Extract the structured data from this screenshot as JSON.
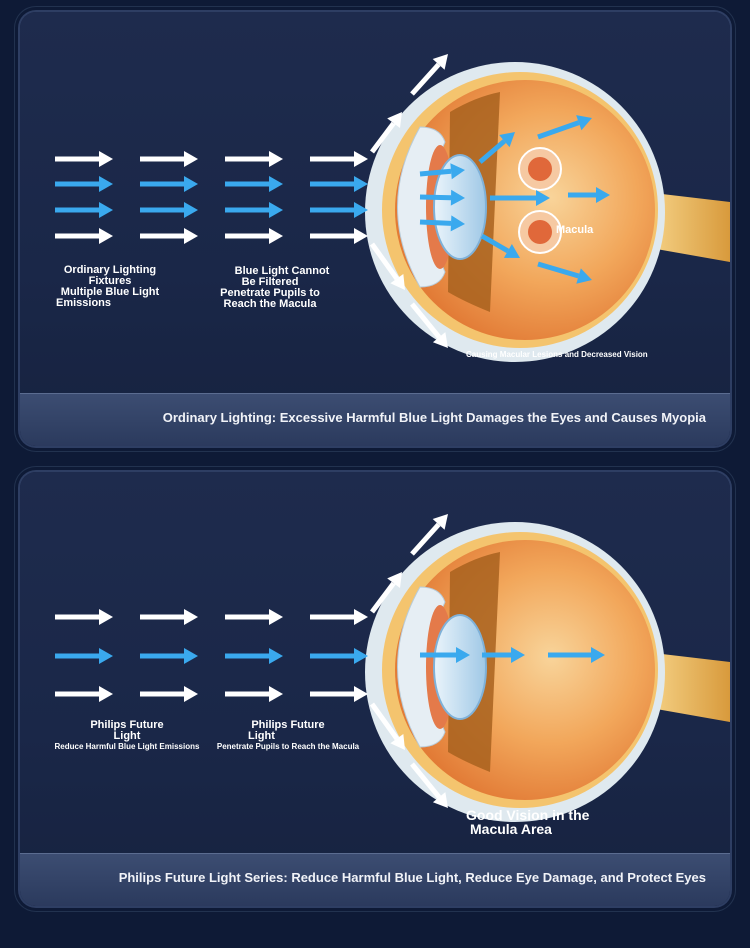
{
  "colors": {
    "background": "#0e1a36",
    "panel": "#1e2b4d",
    "caption_bar": "#33446a",
    "blue_light": "#3aa9ee",
    "white_light": "#ffffff",
    "eye_orange": "#f29a44"
  },
  "icons": {
    "white_arrow": "white-arrow-icon",
    "blue_arrow": "blue-arrow-icon"
  },
  "panel1": {
    "label_source_1": "Ordinary Lighting",
    "label_source_2": "Fixtures",
    "label_source_3": "Multiple Blue Light",
    "label_source_4": "Emissions",
    "label_filter_1": "Blue Light Cannot",
    "label_filter_2": "Be Filtered",
    "label_filter_3": "Penetrate Pupils to",
    "label_filter_4": "Reach the Macula",
    "macula_label": "Macula",
    "result_label": "Causing Macular Lesions and Decreased Vision",
    "caption": "Ordinary Lighting: Excessive Harmful Blue Light Damages the Eyes and Causes Myopia"
  },
  "panel2": {
    "label_source_1": "Philips Future",
    "label_source_2": "Light",
    "label_source_3": "Reduce Harmful Blue Light Emissions",
    "label_filter_1": "Philips Future",
    "label_filter_2": "Light",
    "label_filter_3": "Penetrate Pupils to Reach the Macula",
    "result_line_1": "Good Vision in the",
    "result_line_2": "Macula Area",
    "caption": "Philips Future Light Series: Reduce Harmful Blue Light, Reduce Eye Damage, and Protect Eyes"
  }
}
